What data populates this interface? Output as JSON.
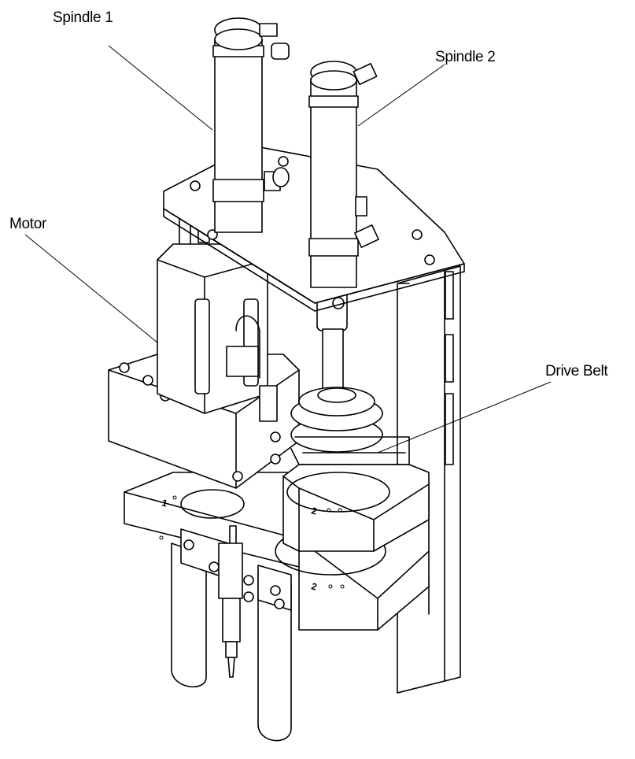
{
  "labels": {
    "spindle_1": "Spindle 1",
    "spindle_2": "Spindle 2",
    "motor": "Motor",
    "drive_belt": "Drive Belt"
  },
  "position_marks": {
    "station_1": "1",
    "station_2_upper": "2",
    "station_2_lower": "2"
  }
}
